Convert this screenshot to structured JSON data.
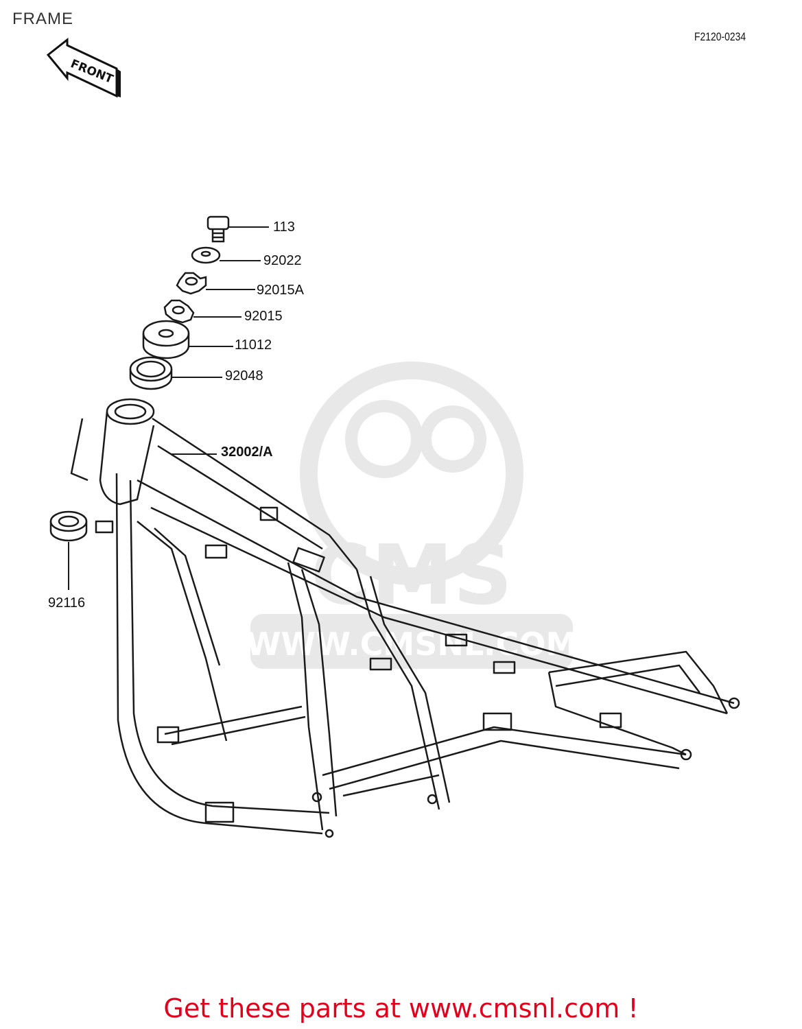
{
  "header": {
    "title": "FRAME",
    "diagram_code": "F2120-0234",
    "front_badge": "FRONT"
  },
  "callouts": [
    {
      "id": "113",
      "label": "113"
    },
    {
      "id": "92022",
      "label": "92022"
    },
    {
      "id": "92015A",
      "label": "92015A"
    },
    {
      "id": "92015",
      "label": "92015"
    },
    {
      "id": "11012",
      "label": "11012"
    },
    {
      "id": "92048",
      "label": "92048"
    },
    {
      "id": "32002A",
      "label": "32002/A"
    },
    {
      "id": "92116",
      "label": "92116"
    }
  ],
  "watermark": {
    "brand": "CMS",
    "url": "WWW.CMSNL.COM"
  },
  "footer": {
    "text": "Get these parts at www.cmsnl.com !"
  },
  "colors": {
    "line": "#1a1a1a",
    "watermark": "#e6e6e6",
    "footer": "#e3001b"
  }
}
